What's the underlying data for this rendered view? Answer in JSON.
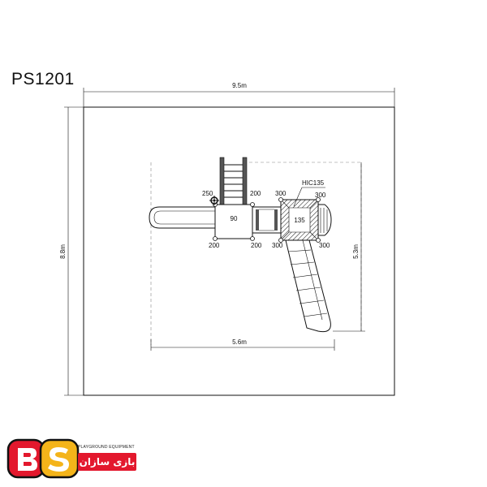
{
  "model_code": "PS1201",
  "dimensions": {
    "outer_width": "9.5m",
    "outer_height": "8.8m",
    "inner_width": "5.6m",
    "inner_height": "5.3m"
  },
  "labels": {
    "hic": "HIC135",
    "platform_90": "90",
    "platform_135": "135",
    "n250": "250",
    "n200_a": "200",
    "n200_b": "200",
    "n200_c": "200",
    "n300_a": "300",
    "n300_b": "300",
    "n300_c": "300",
    "n300_d": "300"
  },
  "brand": {
    "en": "PLAYGROUND EQUIPMENT",
    "fa": "بازی سازان"
  },
  "colors": {
    "line": "#111111",
    "dash": "#999999",
    "brand_red": "#e3182d",
    "brand_yellow": "#f4b41a"
  }
}
